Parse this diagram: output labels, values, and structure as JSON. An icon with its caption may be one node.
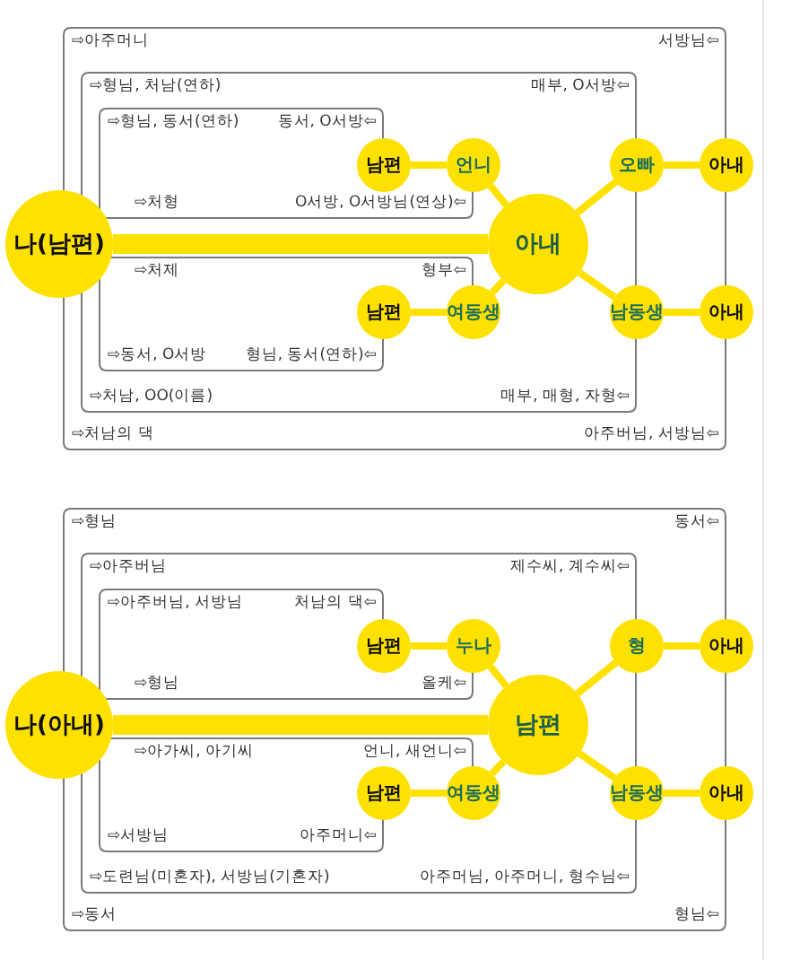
{
  "diagram": {
    "nodes": [
      {
        "text": [
          "⇨아주머니",
          "서방님⇦",
          "⇨처남의 댁",
          "아주버님, 서방님⇦"
        ]
      },
      {
        "text": [
          "⇨형님, 처남(연하)",
          "매부, O서방⇦",
          "⇨처남, OO(이름)",
          "매부, 매형, 자형⇦"
        ],
        "in": 0
      },
      {
        "text": [
          "⇨형님, 동서(연하)",
          "동서, O서방⇦"
        ],
        "in": 1
      },
      {
        "text": [
          "⇨처형",
          "O서방, O서방님(연상)⇦"
        ],
        "in": 1
      },
      {
        "text": [
          "⇨처제",
          "형부⇦"
        ],
        "in": 1
      },
      {
        "text": [
          "⇨동서, O서방",
          "형님, 동서(연하)⇦"
        ],
        "in": 1
      },
      {
        "text": [
          "나(남편)"
        ]
      },
      {
        "text": [
          "아내"
        ],
        "in": 1
      },
      {
        "text": [
          "남편"
        ],
        "in": 1
      },
      {
        "text": [
          "언니"
        ],
        "in": 1
      },
      {
        "text": [
          "오빠"
        ],
        "in": 0
      },
      {
        "text": [
          "아내"
        ]
      },
      {
        "text": [
          "남편"
        ],
        "in": 1
      },
      {
        "text": [
          "여동생"
        ],
        "in": 1
      },
      {
        "text": [
          "남동생"
        ],
        "in": 0
      },
      {
        "text": [
          "아내"
        ]
      },
      {
        "text": [
          "⇨형님",
          "동서⇦",
          "⇨동서",
          "형님⇦"
        ]
      },
      {
        "text": [
          "⇨아주버님",
          "제수씨, 계수씨⇦",
          "⇨도련님(미혼자), 서방님(기혼자)",
          "아주머님, 아주머니, 형수님⇦"
        ],
        "in": 16
      },
      {
        "text": [
          "⇨아주버님, 서방님",
          "처남의 댁⇦"
        ],
        "in": 17
      },
      {
        "text": [
          "⇨형님",
          "올케⇦"
        ],
        "in": 17
      },
      {
        "text": [
          "⇨아가씨, 아기씨",
          "언니, 새언니⇦"
        ],
        "in": 17
      },
      {
        "text": [
          "⇨서방님",
          "아주머니⇦"
        ],
        "in": 17
      },
      {
        "text": [
          "나(아내)"
        ]
      },
      {
        "text": [
          "남편"
        ],
        "in": 17
      },
      {
        "text": [
          "남편"
        ],
        "in": 17
      },
      {
        "text": [
          "누나"
        ],
        "in": 17
      },
      {
        "text": [
          "형"
        ],
        "in": 16
      },
      {
        "text": [
          "아내"
        ]
      },
      {
        "text": [
          "남편"
        ],
        "in": 17
      },
      {
        "text": [
          "여동생"
        ],
        "in": 17
      },
      {
        "text": [
          "남동생"
        ],
        "in": 16
      },
      {
        "text": [
          "아내"
        ]
      }
    ],
    "edges": [
      {
        "from": 6,
        "to": 7,
        "arrow": "none",
        "style": "thick"
      },
      {
        "from": 7,
        "to": 9,
        "arrow": "none"
      },
      {
        "from": 9,
        "to": 8,
        "arrow": "none"
      },
      {
        "from": 7,
        "to": 10,
        "arrow": "none"
      },
      {
        "from": 10,
        "to": 11,
        "arrow": "none"
      },
      {
        "from": 7,
        "to": 13,
        "arrow": "none"
      },
      {
        "from": 13,
        "to": 12,
        "arrow": "none"
      },
      {
        "from": 7,
        "to": 14,
        "arrow": "none"
      },
      {
        "from": 14,
        "to": 15,
        "arrow": "none"
      },
      {
        "from": 22,
        "to": 23,
        "arrow": "none",
        "style": "thick"
      },
      {
        "from": 23,
        "to": 25,
        "arrow": "none"
      },
      {
        "from": 25,
        "to": 24,
        "arrow": "none"
      },
      {
        "from": 23,
        "to": 26,
        "arrow": "none"
      },
      {
        "from": 26,
        "to": 27,
        "arrow": "none"
      },
      {
        "from": 23,
        "to": 29,
        "arrow": "none"
      },
      {
        "from": 29,
        "to": 28,
        "arrow": "none"
      },
      {
        "from": 23,
        "to": 30,
        "arrow": "none"
      },
      {
        "from": 30,
        "to": 31,
        "arrow": "none"
      }
    ]
  }
}
